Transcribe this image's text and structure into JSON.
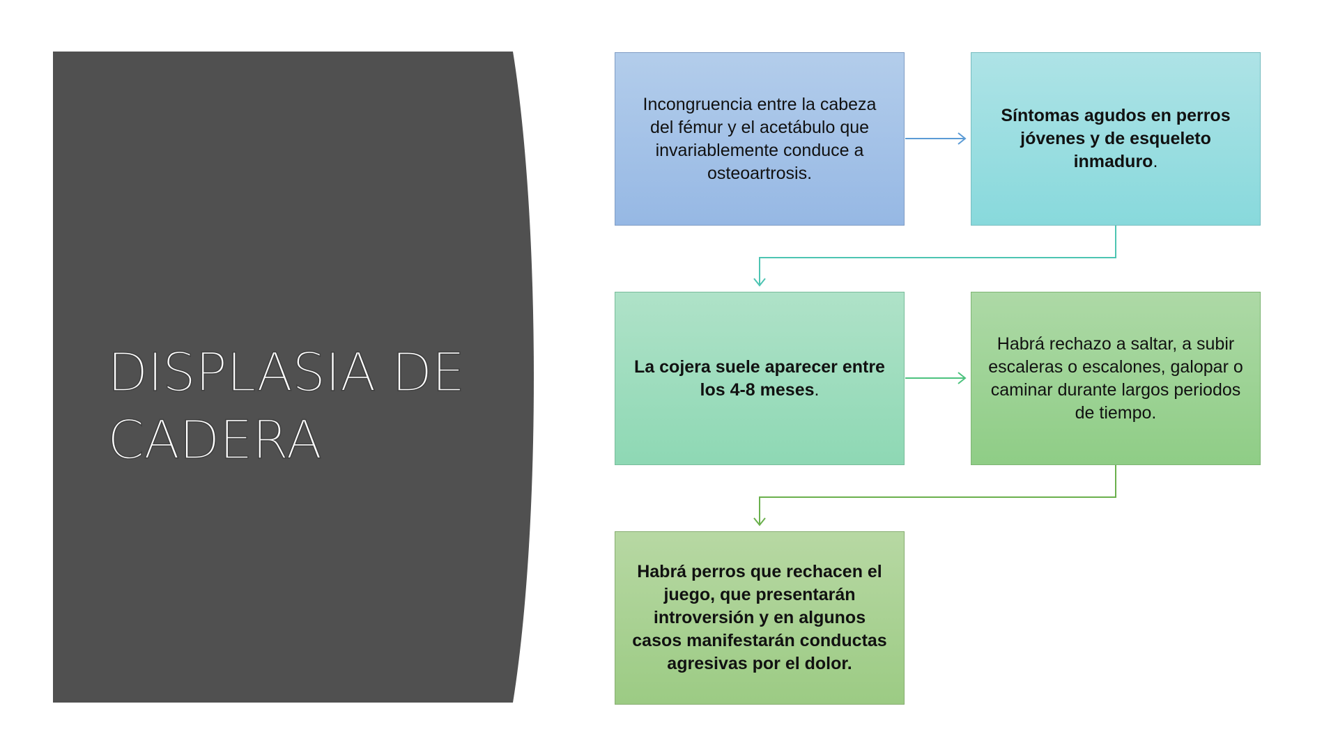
{
  "slide": {
    "title": "DISPLASIA DE CADERA",
    "panel_color": "#505050"
  },
  "flow": {
    "boxes": [
      {
        "text": "Incongruencia entre la cabeza del fémur y el acetábulo que invariablemente conduce a osteoartrosis.",
        "bold": "",
        "suffix": "",
        "color": "#a5c3e8"
      },
      {
        "text": "",
        "bold": "Síntomas agudos en perros jóvenes y de esqueleto inmaduro",
        "suffix": ".",
        "color": "#9bdee1"
      },
      {
        "text": "",
        "bold": "La cojera suele aparecer entre los 4-8 meses",
        "suffix": ".",
        "color": "#9edcbe"
      },
      {
        "text": "Habrá rechazo a saltar, a subir escaleras o escalones, galopar o caminar durante largos periodos de tiempo.",
        "bold": "",
        "suffix": "",
        "color": "#9ed396"
      },
      {
        "text": "",
        "bold": "Habrá perros que rechacen el juego, que presentarán introversión y en algunos casos manifestarán conductas agresivas por el dolor.",
        "suffix": "",
        "color": "#aad194"
      }
    ],
    "connector_colors": {
      "arrow_1_2": "#5b9bd5",
      "arrow_2_3": "#4dc4b2",
      "arrow_3_4": "#4cc27e",
      "arrow_4_5": "#6ab04c"
    }
  }
}
